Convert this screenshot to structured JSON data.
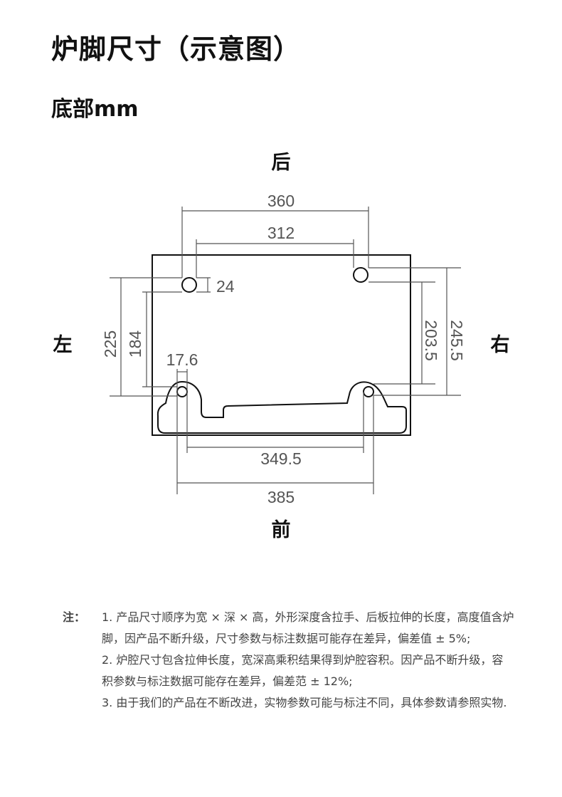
{
  "title": "炉脚尺寸（示意图）",
  "subtitle": "底部mm",
  "directions": {
    "back": "后",
    "front": "前",
    "left": "左",
    "right": "右"
  },
  "dimensions": {
    "outer_width_back": "360",
    "inner_width_back": "312",
    "foot_diameter": "24",
    "left_outer_depth": "225",
    "left_inner_depth": "184",
    "front_foot_width": "17.6",
    "front_inner_width": "349.5",
    "front_outer_width": "385",
    "right_inner_depth": "203.5",
    "right_outer_depth": "245.5"
  },
  "notes": {
    "label": "注：",
    "items": [
      "1. 产品尺寸顺序为宽 × 深 × 高，外形深度含拉手、后板拉伸的长度，高度值含炉脚，因产品不断升级，尺寸参数与标注数据可能存在差异，偏差值 ± 5%;",
      "2. 炉腔尺寸包含拉伸长度，宽深高乘积结果得到炉腔容积。因产品不断升级，容积参数与标注数据可能存在差异，偏差范 ± 12%;",
      "3. 由于我们的产品在不断改进，实物参数可能与标注不同，具体参数请参照实物."
    ]
  }
}
